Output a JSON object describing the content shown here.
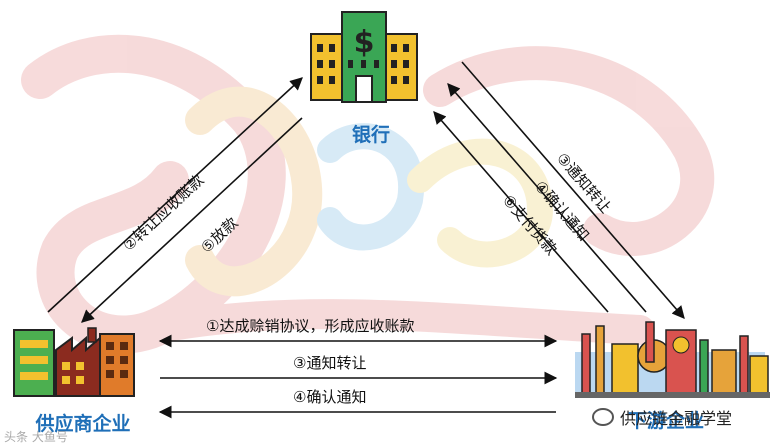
{
  "nodes": {
    "bank": "银行",
    "supplier": "供应商企业",
    "downstream": "下游企业"
  },
  "edges": {
    "e1": "①达成赊销协议，形成应收账款",
    "e2": "②转让应收账款",
    "e3_bottom": "③通知转让",
    "e3_right": "③通知转让",
    "e4_bottom": "④确认通知",
    "e4_right": "④确认通知",
    "e5": "⑤放款",
    "e6": "⑥支付货款"
  },
  "watermark": "供应链金融学堂",
  "corner_mark": "头条 大鱼号",
  "colors": {
    "label_blue": "#1f6fb8",
    "arrow": "#111111",
    "bank_yellow": "#f2c12e",
    "bank_green": "#3aa655"
  }
}
